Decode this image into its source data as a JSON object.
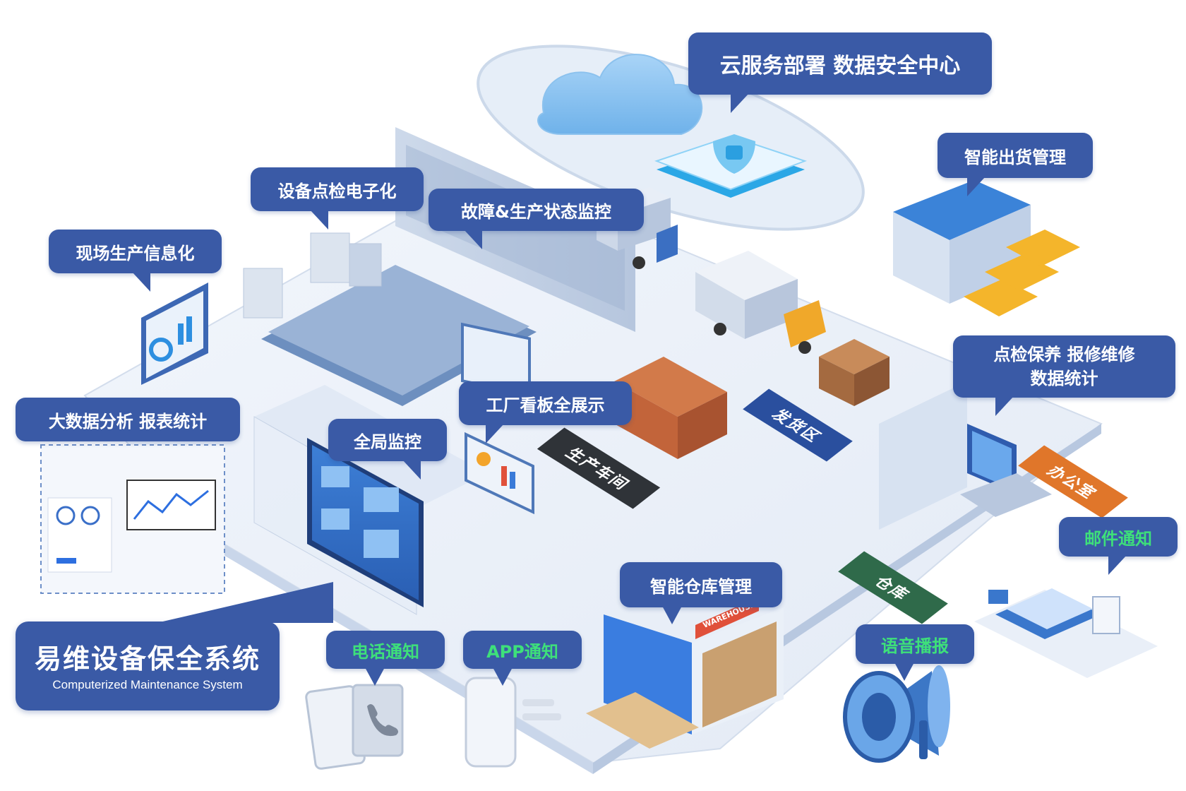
{
  "callouts": {
    "cloud": "云服务部署 数据安全中心",
    "smart_shipping": "智能出货管理",
    "inspection_digital": "设备点检电子化",
    "fault_monitor": "故障&生产状态监控",
    "onsite_info": "现场生产信息化",
    "maintenance_stats_line1": "点检保养 报修维修",
    "maintenance_stats_line2": "数据统计",
    "bigdata": "大数据分析 报表统计",
    "factory_board": "工厂看板全展示",
    "global_monitor": "全局监控",
    "smart_warehouse": "智能仓库管理",
    "email_notify": "邮件通知",
    "phone_notify": "电话通知",
    "app_notify": "APP通知",
    "voice_broadcast": "语音播报"
  },
  "main_title": {
    "cn": "易维设备保全系统",
    "en": "Computerized Maintenance System"
  },
  "floor_tags": {
    "workshop": "生产车间",
    "shipping_area": "发货区",
    "office": "办公室",
    "warehouse": "仓库"
  },
  "signage": {
    "warehouse_sign": "WAREHOUSE"
  },
  "colors": {
    "callout_bg": "#3a5aa6",
    "callout_text": "#ffffff",
    "notify_text": "#3ee07a",
    "floor": "#e8eef7",
    "workshop_tag": "#2f3338",
    "shipping_tag": "#2a4f9e",
    "office_tag": "#e0762a",
    "warehouse_tag": "#2f6a4a"
  }
}
